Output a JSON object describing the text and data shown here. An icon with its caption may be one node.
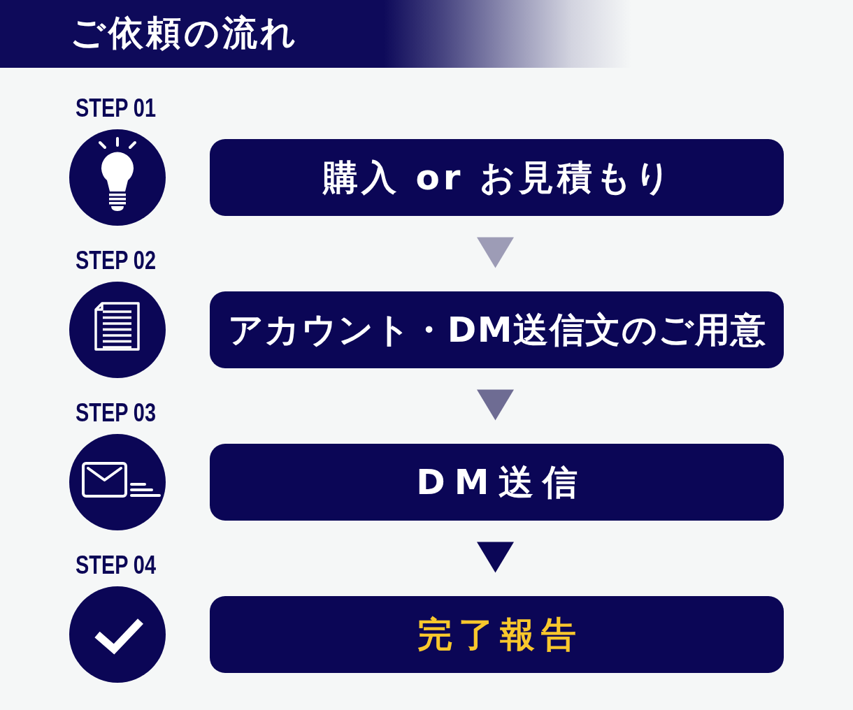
{
  "diagram": {
    "title": "ご依頼の流れ",
    "nodes": [
      {
        "text": [
          "購入 or お見積もり"
        ]
      },
      {
        "text": [
          "アカウント・DM送信文のご用意"
        ]
      },
      {
        "text": [
          "DM送信"
        ]
      },
      {
        "text": [
          "完了報告"
        ]
      }
    ],
    "edges": [
      {
        "from": 0,
        "to": 1,
        "arrow": "to",
        "color": "#9d9cb6"
      },
      {
        "from": 1,
        "to": 2,
        "arrow": "to",
        "color": "#6e6c93"
      },
      {
        "from": 2,
        "to": 3,
        "arrow": "to",
        "color": "#0b0656"
      }
    ],
    "labels": [
      "STEP 01",
      "STEP 02",
      "STEP 03",
      "STEP 04"
    ]
  }
}
